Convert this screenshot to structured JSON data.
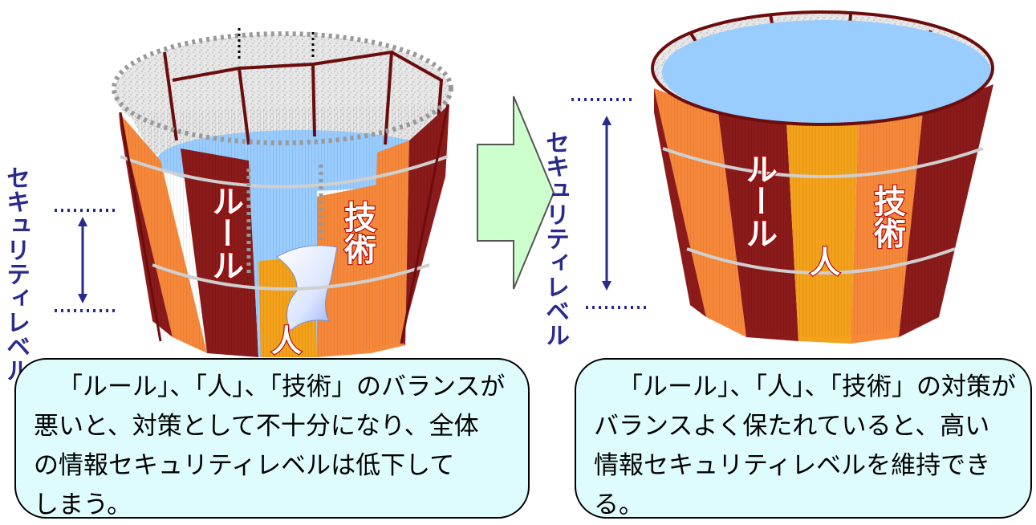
{
  "left_bucket": {
    "stave_rule": "ルール",
    "stave_person": "人",
    "stave_tech": "技術",
    "level_label": "セキュリティレベル"
  },
  "right_bucket": {
    "stave_rule": "ルール",
    "stave_person": "人",
    "stave_tech": "技術",
    "level_label": "セキュリティレベル"
  },
  "captions": {
    "left": [
      "「ルール」、「人」、「技術」のバランスが",
      "悪いと、対策として不十分になり、全体",
      "の情報セキュリティレベルは低下して",
      "しまう。"
    ],
    "right": [
      "「ルール」、「人」、「技術」の対策が",
      "バランスよく保たれていると、高い",
      "情報セキュリティレベルを維持でき",
      "る。"
    ]
  },
  "colors": {
    "stave_dark": "#8b1a1a",
    "stave_orange": "#f7883a",
    "stave_amber": "#f5a21b",
    "water": "#99ccff",
    "arrow_fill": "#ccffcc",
    "level_line": "#2a2a8c",
    "caption_bg": "#dffcfd"
  }
}
